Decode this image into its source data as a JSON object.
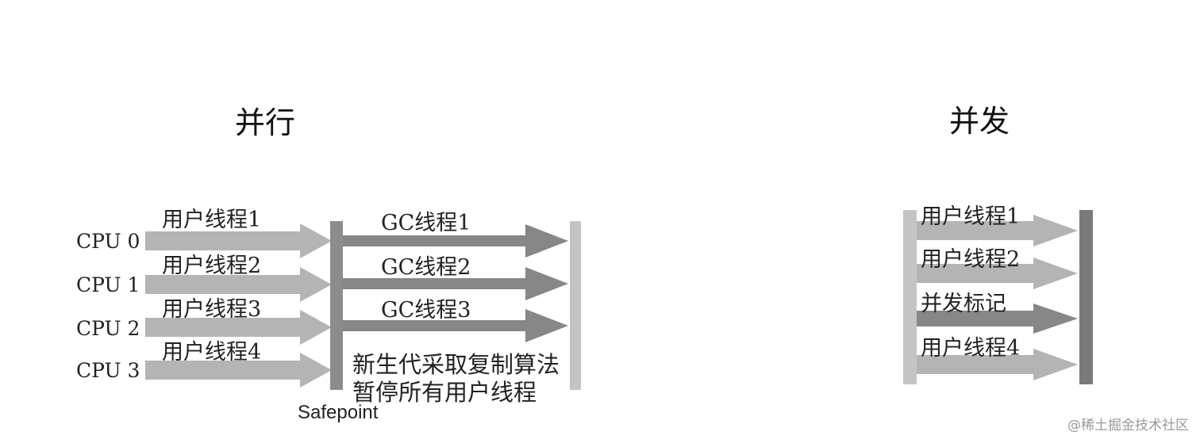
{
  "parallel": {
    "title": "并行",
    "cpus": [
      "CPU 0",
      "CPU 1",
      "CPU 2",
      "CPU 3"
    ],
    "user_threads": [
      "用户线程1",
      "用户线程2",
      "用户线程3",
      "用户线程4"
    ],
    "gc_threads": [
      "GC线程1",
      "GC线程2",
      "GC线程3"
    ],
    "note_line1": "新生代采取复制算法",
    "note_line2": "暂停所有用户线程",
    "safepoint": "Safepoint"
  },
  "concurrent": {
    "title": "并发",
    "rows": [
      "用户线程1",
      "用户线程2",
      "并发标记",
      "用户线程4"
    ]
  },
  "watermark": "@稀土掘金技术社区",
  "colors": {
    "light_arrow": "#b4b4b4",
    "dark_arrow": "#878787",
    "bar": "#8c8c8c",
    "light_bar": "#c4c4c4"
  }
}
